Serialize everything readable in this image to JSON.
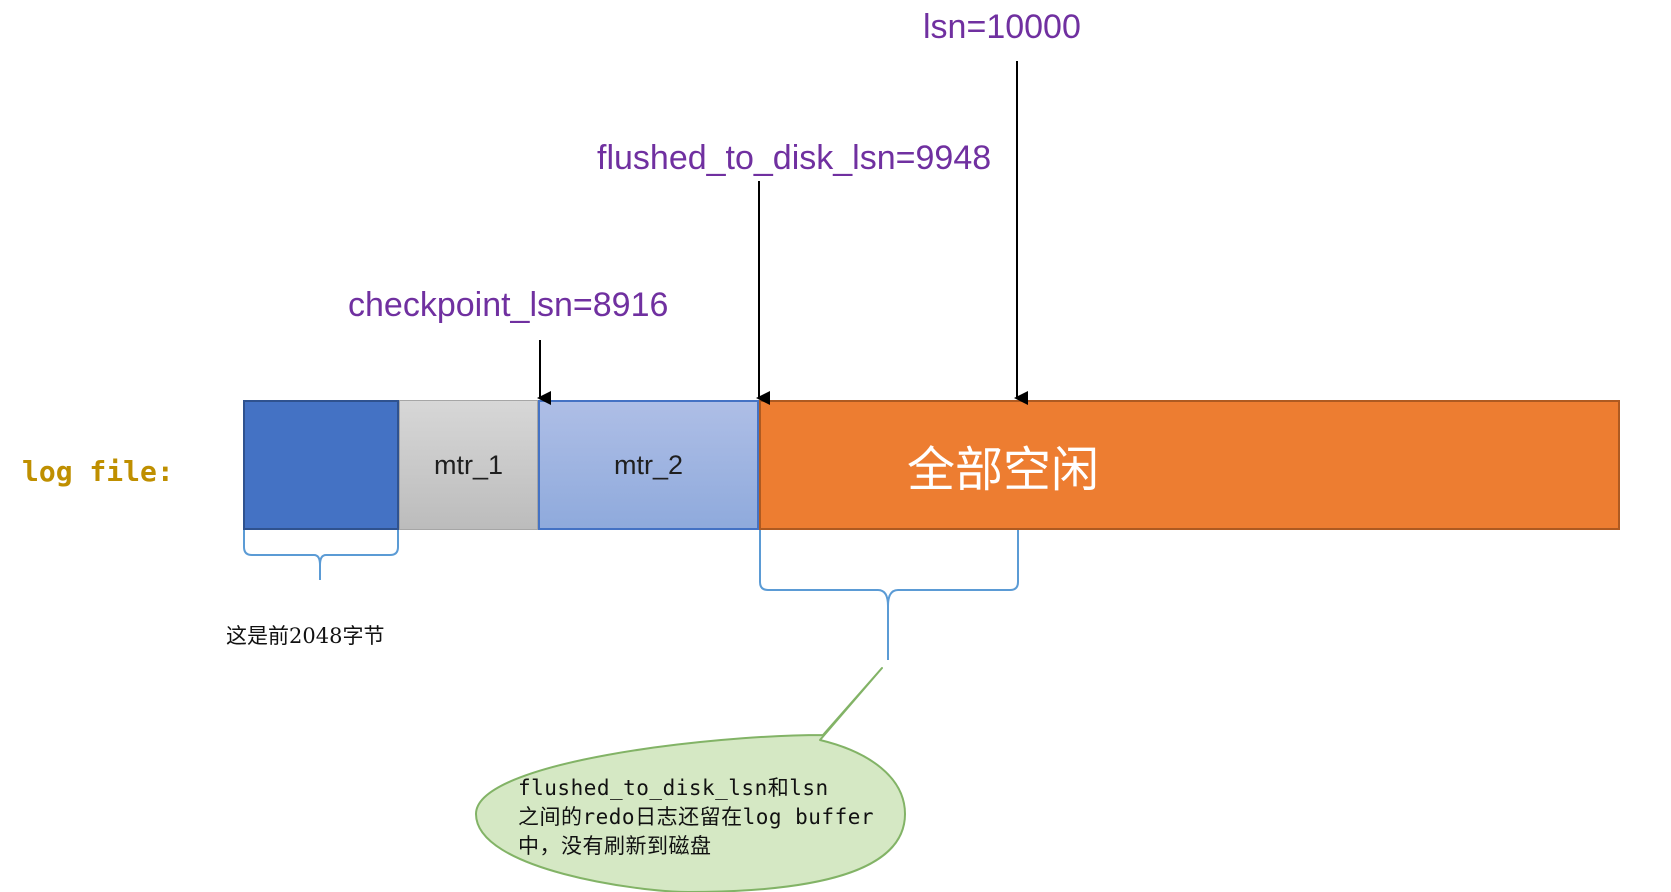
{
  "pointers": {
    "lsn": "lsn=10000",
    "flushed_to_disk_lsn": "flushed_to_disk_lsn=9948",
    "checkpoint_lsn": "checkpoint_lsn=8916"
  },
  "log_file": {
    "label": "log file:",
    "segments": {
      "mtr_1": "mtr_1",
      "mtr_2": "mtr_2",
      "free": "全部空闲"
    }
  },
  "notes": {
    "header_bytes": "这是前2048字节",
    "bubble": [
      "flushed_to_disk_lsn和lsn",
      "之间的redo日志还留在log buffer",
      "中，没有刷新到磁盘"
    ]
  },
  "colors": {
    "pointer_text": "#7030a0",
    "log_label": "#bf8f00",
    "header_block": "#4472c4",
    "mtr_1": "#c9c9c9",
    "mtr_2": "#8faadc",
    "free_space": "#ed7d31",
    "bracket": "#5b9bd5",
    "bubble_fill": "#d5e8c4",
    "bubble_stroke": "#82b366"
  }
}
